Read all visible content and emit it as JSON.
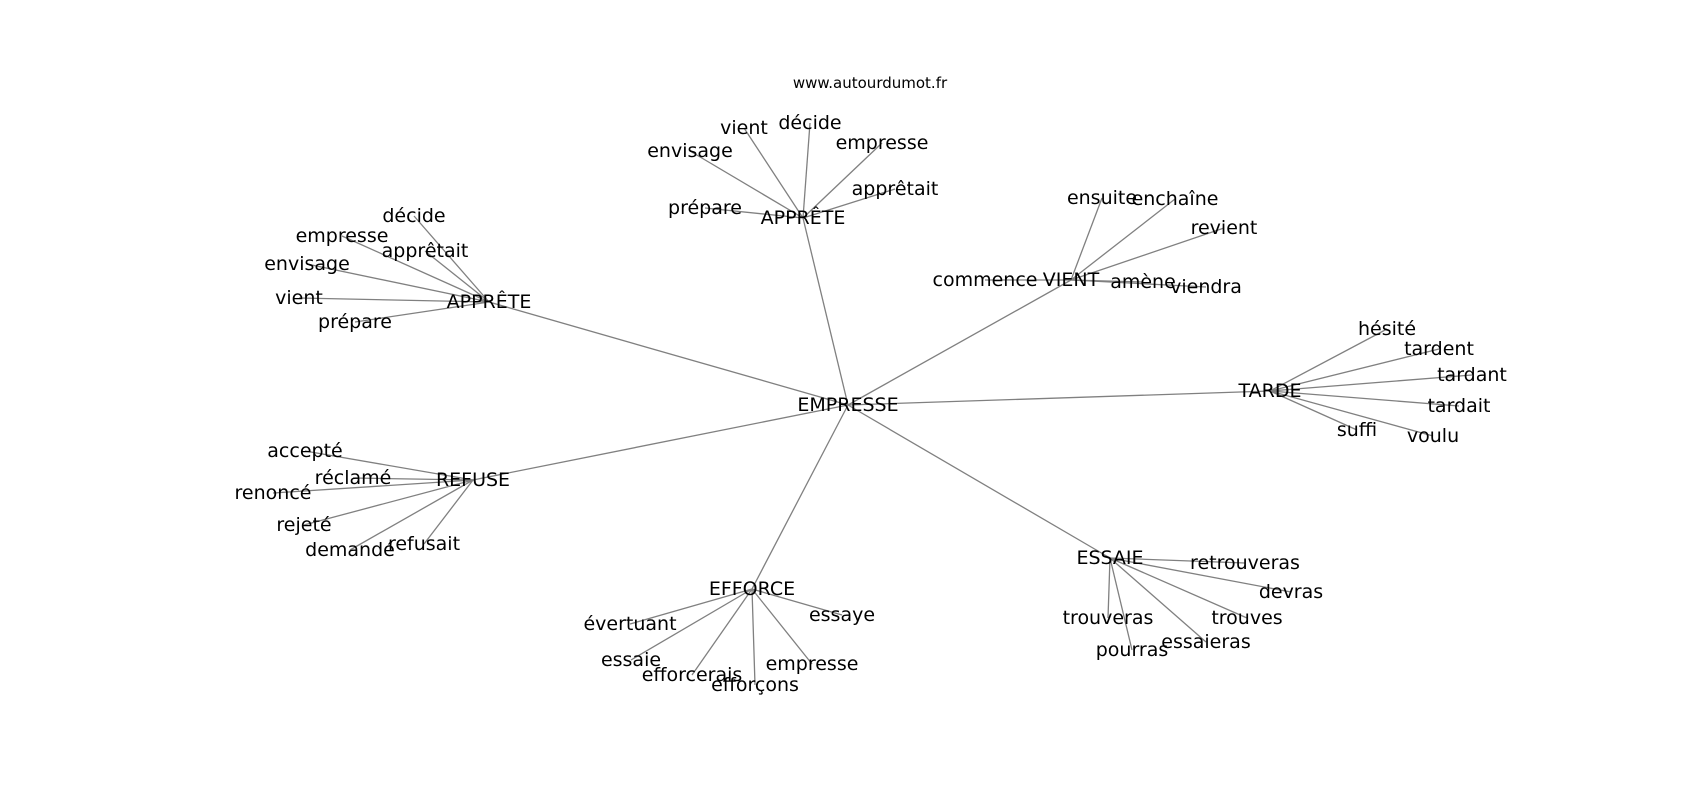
{
  "credit": "www.autourdumot.fr",
  "graph": {
    "center": "EMPRESSE",
    "clusters": [
      {
        "id": "apprete-top",
        "label": "APPRÊTE",
        "leaves": [
          "prépare",
          "envisage",
          "vient",
          "décide",
          "empresse",
          "apprêtait"
        ]
      },
      {
        "id": "apprete-left",
        "label": "APPRÊTE",
        "leaves": [
          "décide",
          "empresse",
          "apprêtait",
          "envisage",
          "vient",
          "prépare"
        ]
      },
      {
        "id": "vient",
        "label": "VIENT",
        "leaves": [
          "ensuite",
          "enchaîne",
          "revient",
          "commence",
          "amène",
          "viendra"
        ]
      },
      {
        "id": "tarde",
        "label": "TARDE",
        "leaves": [
          "hésité",
          "tardent",
          "tardant",
          "tardait",
          "suffi",
          "voulu"
        ]
      },
      {
        "id": "refuse",
        "label": "REFUSE",
        "leaves": [
          "accepté",
          "réclamé",
          "renoncé",
          "rejeté",
          "demandé",
          "refusait"
        ]
      },
      {
        "id": "efforce",
        "label": "EFFORCE",
        "leaves": [
          "évertuant",
          "essaye",
          "essaie",
          "efforcerais",
          "efforçons",
          "empresse"
        ]
      },
      {
        "id": "essaie",
        "label": "ESSAIE",
        "leaves": [
          "retrouveras",
          "devras",
          "trouveras",
          "trouves",
          "pourras",
          "essaieras"
        ]
      }
    ]
  }
}
